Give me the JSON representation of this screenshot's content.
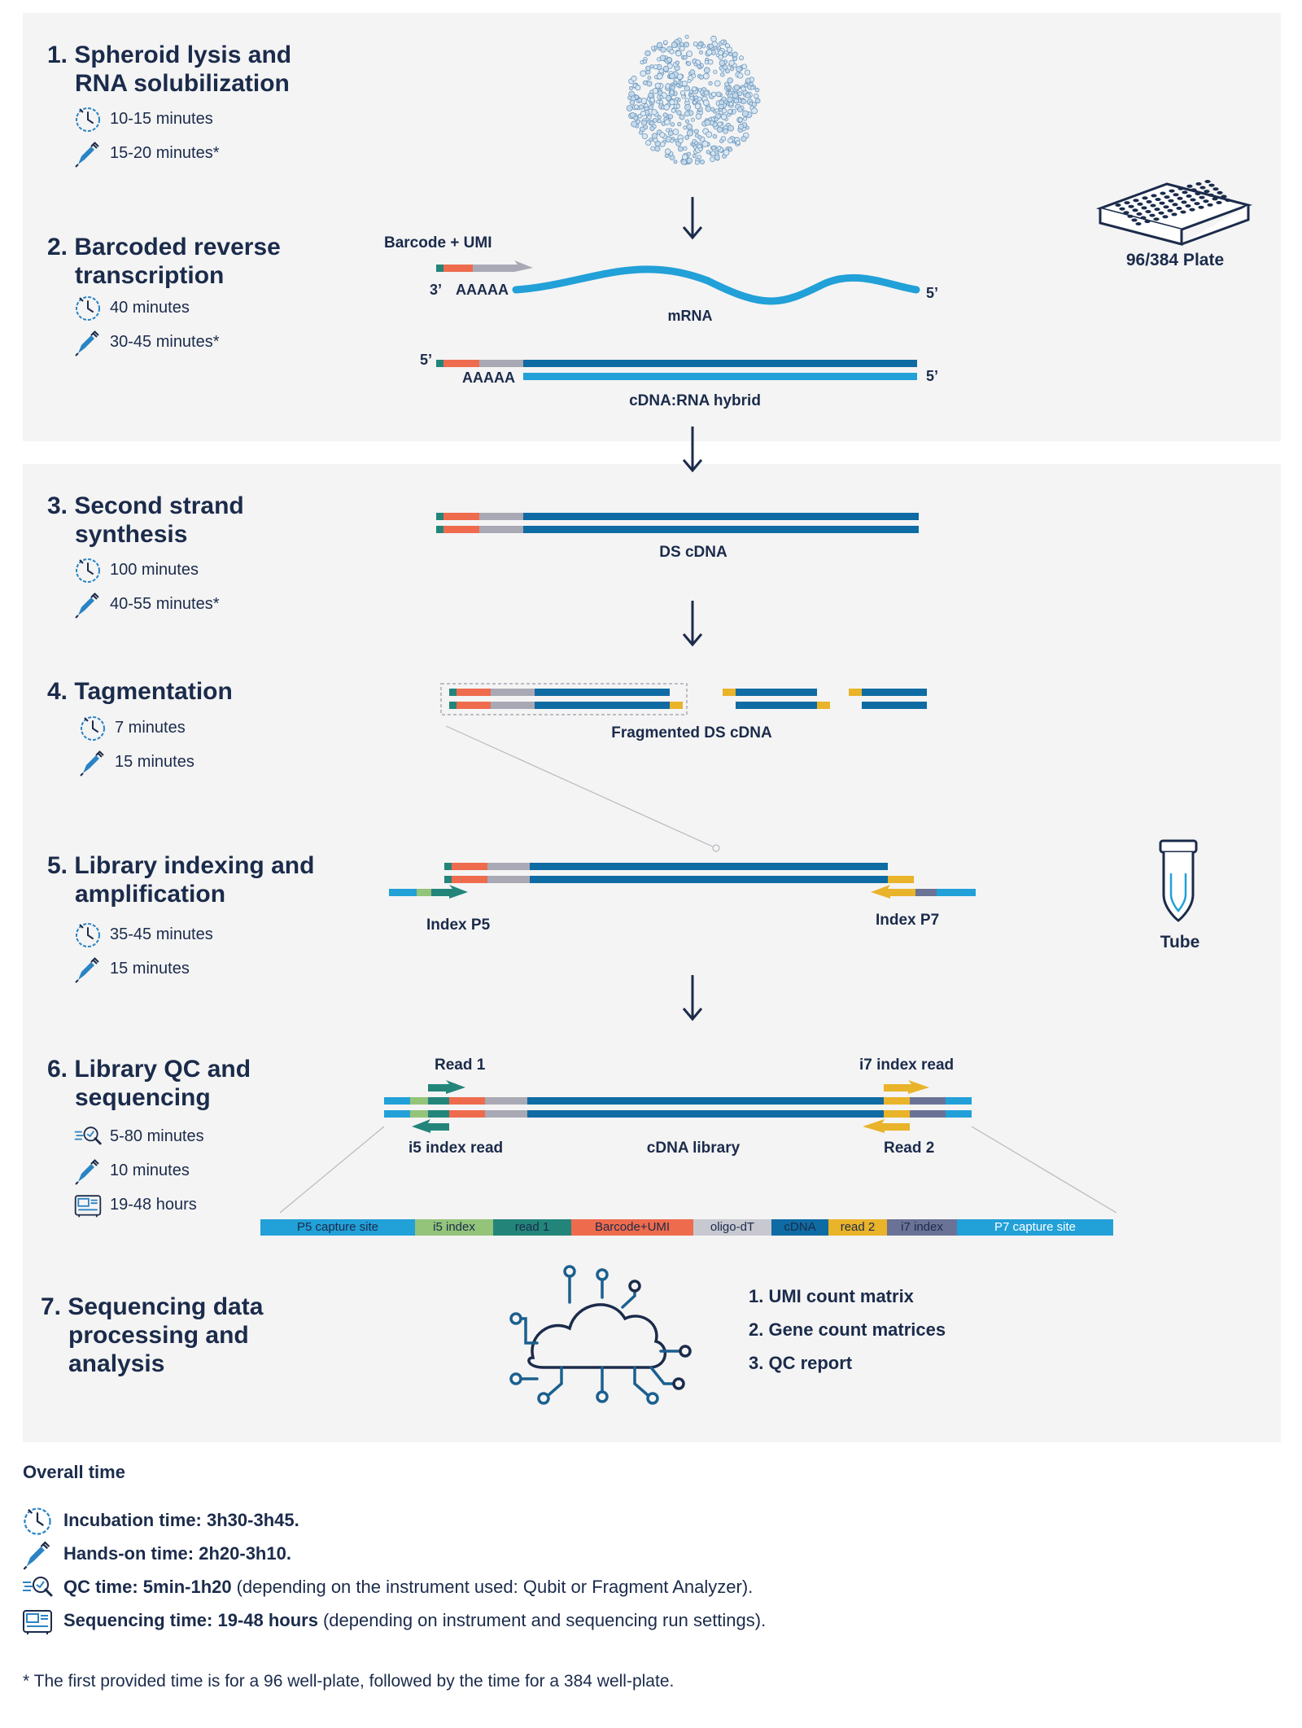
{
  "colors": {
    "navy": "#1b2b4b",
    "dark_blue": "#0f6ba3",
    "light_blue": "#22a0d8",
    "teal": "#23857a",
    "red": "#ee6b4d",
    "grey": "#a9a9b5",
    "yellow": "#e9b32a",
    "green": "#93c47a",
    "slate": "#6a7395",
    "panel": "#f4f4f4"
  },
  "steps": [
    {
      "title_line1": "1. Spheroid lysis and",
      "title_line2": "RNA solubilization",
      "incubation": "10-15 minutes",
      "hands_on": "15-20 minutes*"
    },
    {
      "title_line1": "2. Barcoded reverse",
      "title_line2": "transcription",
      "incubation": "40 minutes",
      "hands_on": "30-45 minutes*"
    },
    {
      "title_line1": "3. Second strand",
      "title_line2": "synthesis",
      "incubation": "100 minutes",
      "hands_on": "40-55 minutes*"
    },
    {
      "title_line1": "4. Tagmentation",
      "incubation": "7 minutes",
      "hands_on": "15 minutes"
    },
    {
      "title_line1": "5. Library indexing and",
      "title_line2": "amplification",
      "incubation": "35-45 minutes",
      "hands_on": "15 minutes"
    },
    {
      "title_line1": "6. Library QC and",
      "title_line2": "sequencing",
      "qc": "5-80 minutes",
      "hands_on": "10 minutes",
      "sequencing": "19-48 hours"
    },
    {
      "title_line1": "7. Sequencing data",
      "title_line2": "processing and",
      "title_line3": "analysis"
    }
  ],
  "labels": {
    "barcode_umi": "Barcode + UMI",
    "three_prime": "3’",
    "five_prime": "5’",
    "polyA": "AAAAA",
    "mrna": "mRNA",
    "hybrid": "cDNA:RNA hybrid",
    "ds_cdna": "DS cDNA",
    "fragmented": "Fragmented DS cDNA",
    "index_p5": "Index P5",
    "index_p7": "Index P7",
    "read1": "Read 1",
    "i7_read": "i7 index read",
    "i5_read": "i5 index read",
    "cdna_library": "cDNA library",
    "read2": "Read 2",
    "plate": "96/384 Plate",
    "tube": "Tube"
  },
  "library_legend": [
    {
      "label": "P5 capture site",
      "color": "#22a0d8",
      "text_color": "#1b2b4b"
    },
    {
      "label": "i5 index",
      "color": "#93c47a",
      "text_color": "#1b2b4b"
    },
    {
      "label": "read 1",
      "color": "#23857a",
      "text_color": "#1b2b4b"
    },
    {
      "label": "Barcode+UMI",
      "color": "#ee6b4d",
      "text_color": "#1b2b4b"
    },
    {
      "label": "oligo-dT",
      "color": "#c8c8d0",
      "text_color": "#1b2b4b"
    },
    {
      "label": "cDNA",
      "color": "#0f6ba3",
      "text_color": "#1b2b4b"
    },
    {
      "label": "read 2",
      "color": "#e9b32a",
      "text_color": "#1b2b4b"
    },
    {
      "label": "i7 index",
      "color": "#6a7395",
      "text_color": "#1b2b4b"
    },
    {
      "label": "P7 capture site",
      "color": "#22a0d8",
      "text_color": "#ffffff"
    }
  ],
  "outputs": [
    "1. UMI count matrix",
    "2. Gene count matrices",
    "3. QC report"
  ],
  "summary": {
    "heading": "Overall time",
    "incubation_label": "Incubation time: 3h30-3h45.",
    "hands_on_label": "Hands-on time: 2h20-3h10.",
    "qc_label": "QC time: 5min-1h20",
    "qc_note": "(depending on the instrument used: Qubit or Fragment Analyzer).",
    "seq_label": "Sequencing time: 19-48 hours",
    "seq_note": "(depending on instrument and sequencing run settings).",
    "footnote": "* The first provided time is for a 96 well-plate, followed by the time for a 384 well-plate."
  },
  "icons": {
    "clock": "clock-icon",
    "pipette": "pipette-icon",
    "qc": "magnifier-icon",
    "sequencer": "sequencer-icon",
    "plate": "well-plate-icon",
    "tube": "tube-icon",
    "cloud": "cloud-network-icon",
    "spheroid": "spheroid-icon"
  }
}
